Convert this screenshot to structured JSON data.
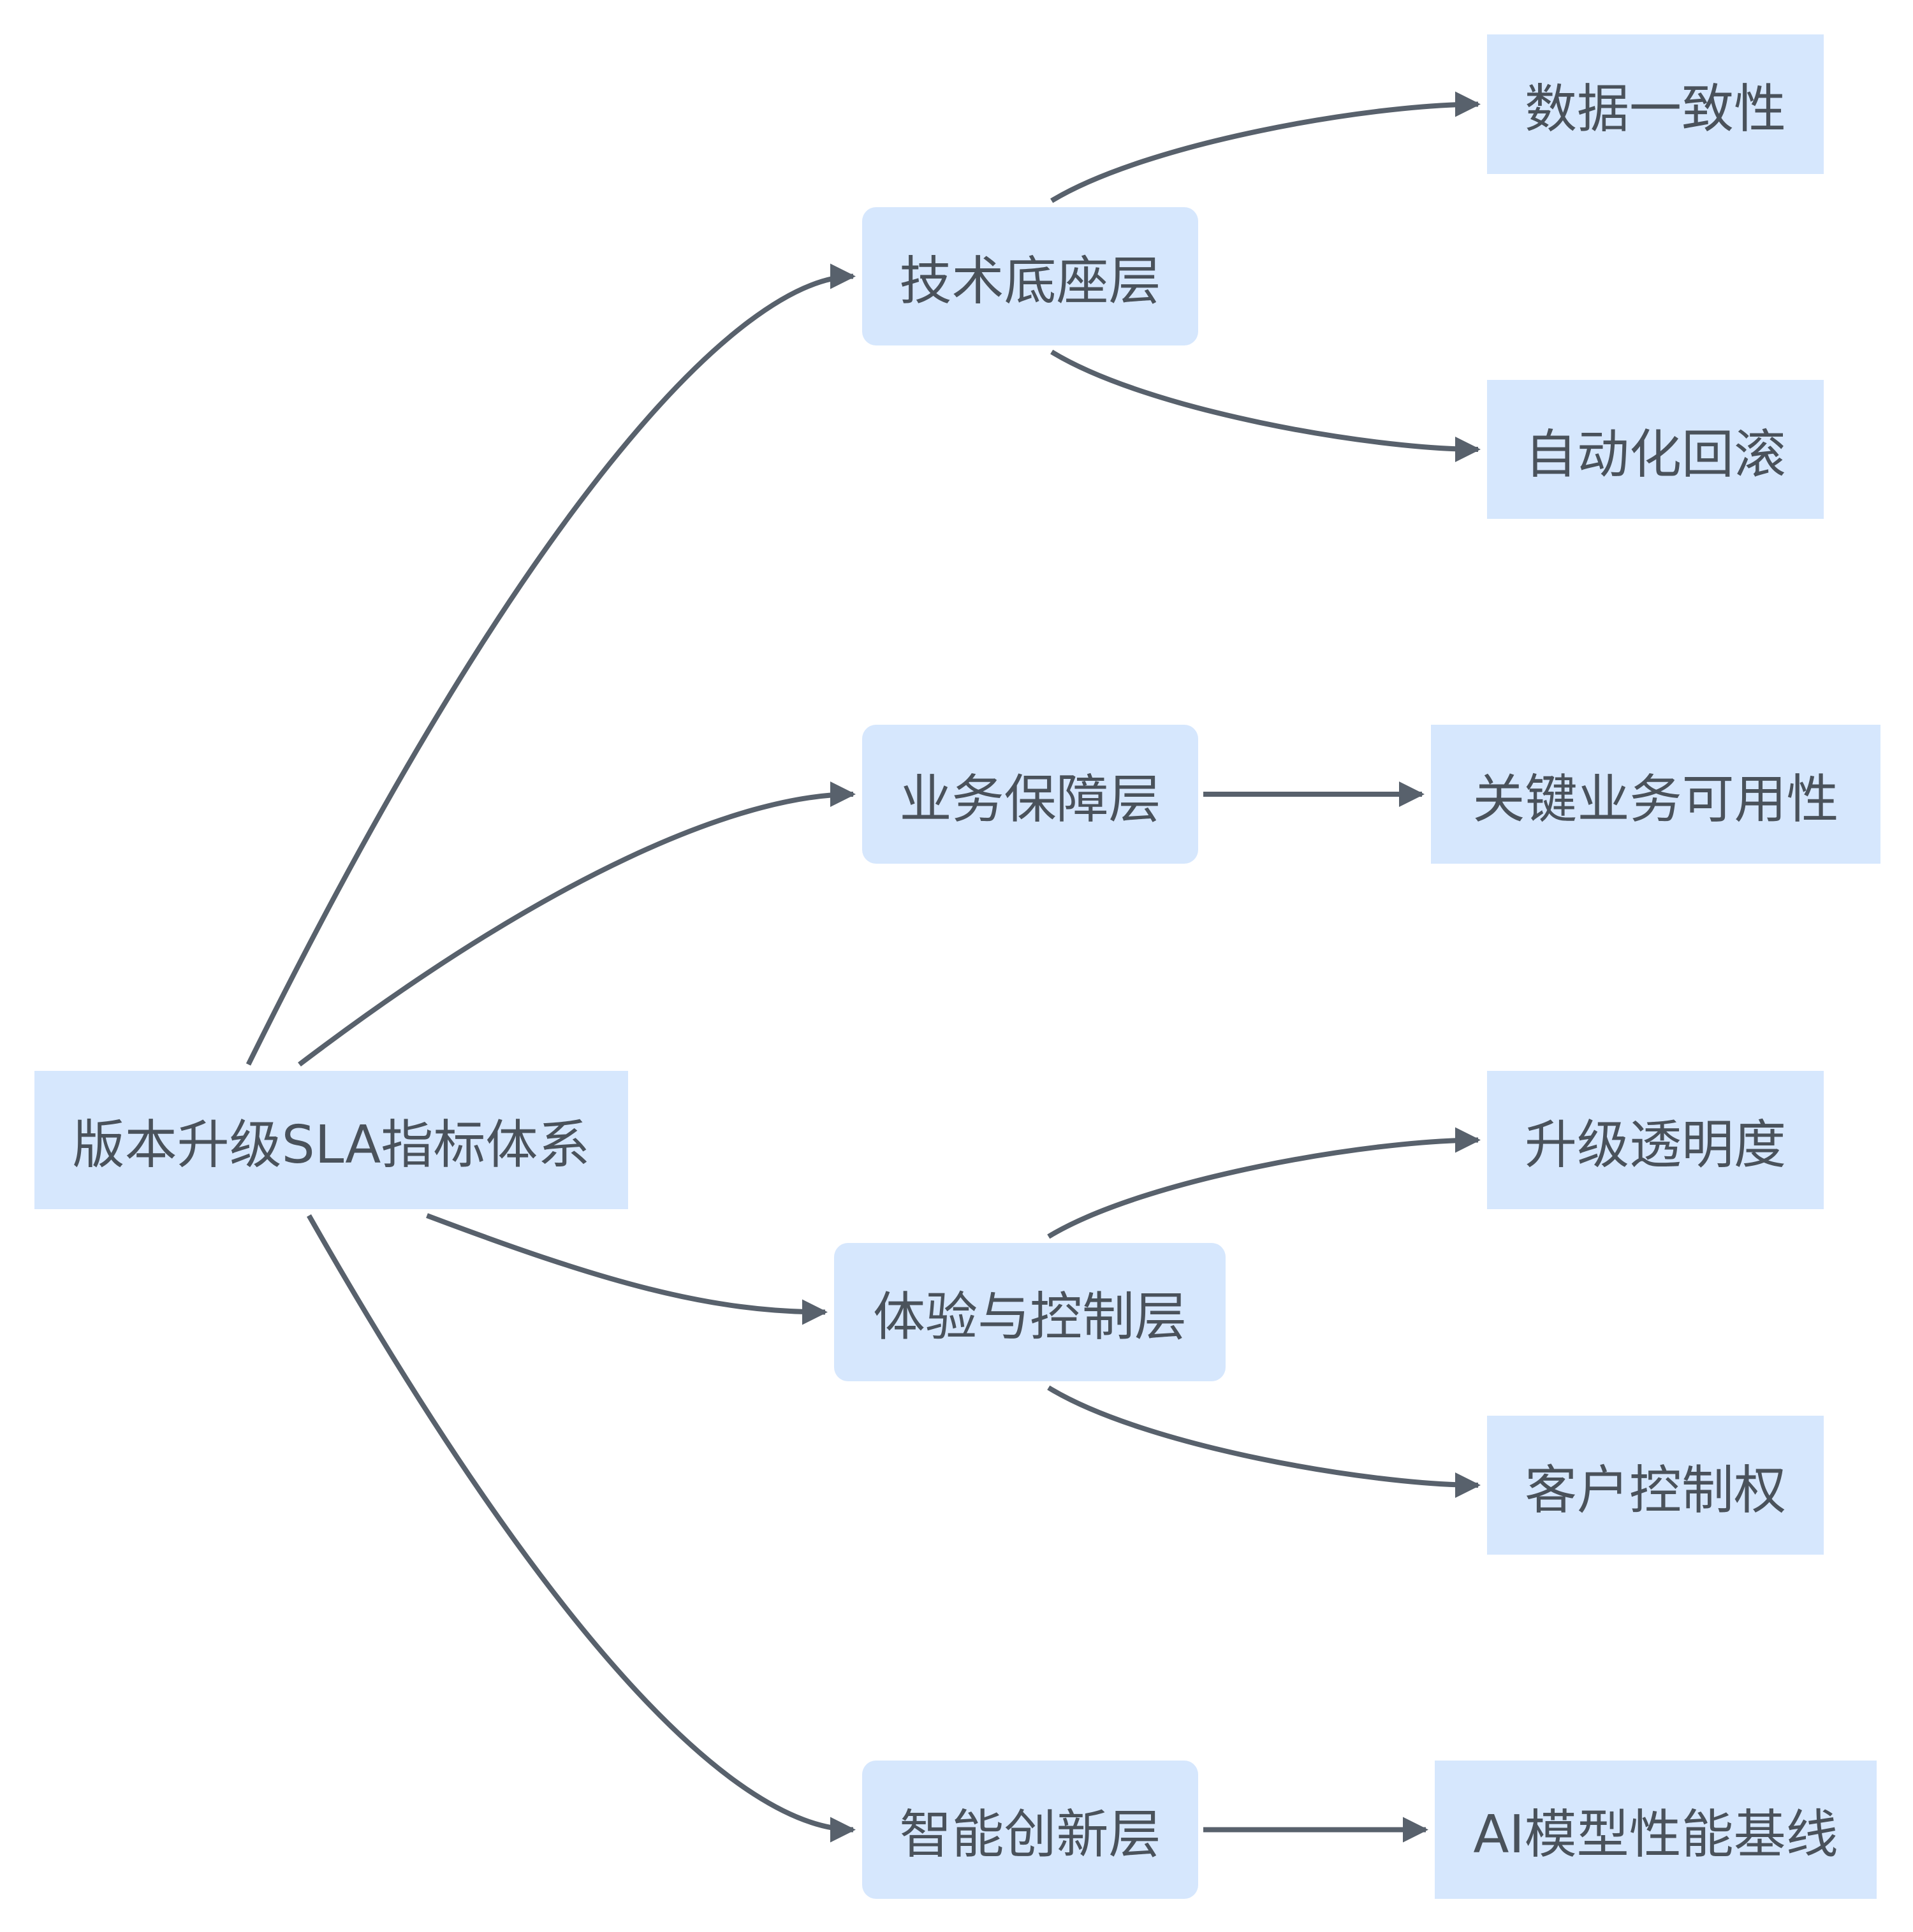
{
  "colors": {
    "node_fill": "#d6e7fd",
    "edge": "#58616c",
    "text": "#4a525b"
  },
  "root": {
    "id": "root",
    "label": "版本升级SLA指标体系"
  },
  "layers": [
    {
      "id": "tech",
      "label": "技术底座层",
      "children": [
        {
          "id": "tech-1",
          "label": "数据一致性"
        },
        {
          "id": "tech-2",
          "label": "自动化回滚"
        }
      ]
    },
    {
      "id": "biz",
      "label": "业务保障层",
      "children": [
        {
          "id": "biz-1",
          "label": "关键业务可用性"
        }
      ]
    },
    {
      "id": "exp",
      "label": "体验与控制层",
      "children": [
        {
          "id": "exp-1",
          "label": "升级透明度"
        },
        {
          "id": "exp-2",
          "label": "客户控制权"
        }
      ]
    },
    {
      "id": "ai",
      "label": "智能创新层",
      "children": [
        {
          "id": "ai-1",
          "label": "AI模型性能基线"
        }
      ]
    }
  ],
  "edges": [
    [
      "root",
      "tech"
    ],
    [
      "root",
      "biz"
    ],
    [
      "root",
      "exp"
    ],
    [
      "root",
      "ai"
    ],
    [
      "tech",
      "tech-1"
    ],
    [
      "tech",
      "tech-2"
    ],
    [
      "biz",
      "biz-1"
    ],
    [
      "exp",
      "exp-1"
    ],
    [
      "exp",
      "exp-2"
    ],
    [
      "ai",
      "ai-1"
    ]
  ]
}
